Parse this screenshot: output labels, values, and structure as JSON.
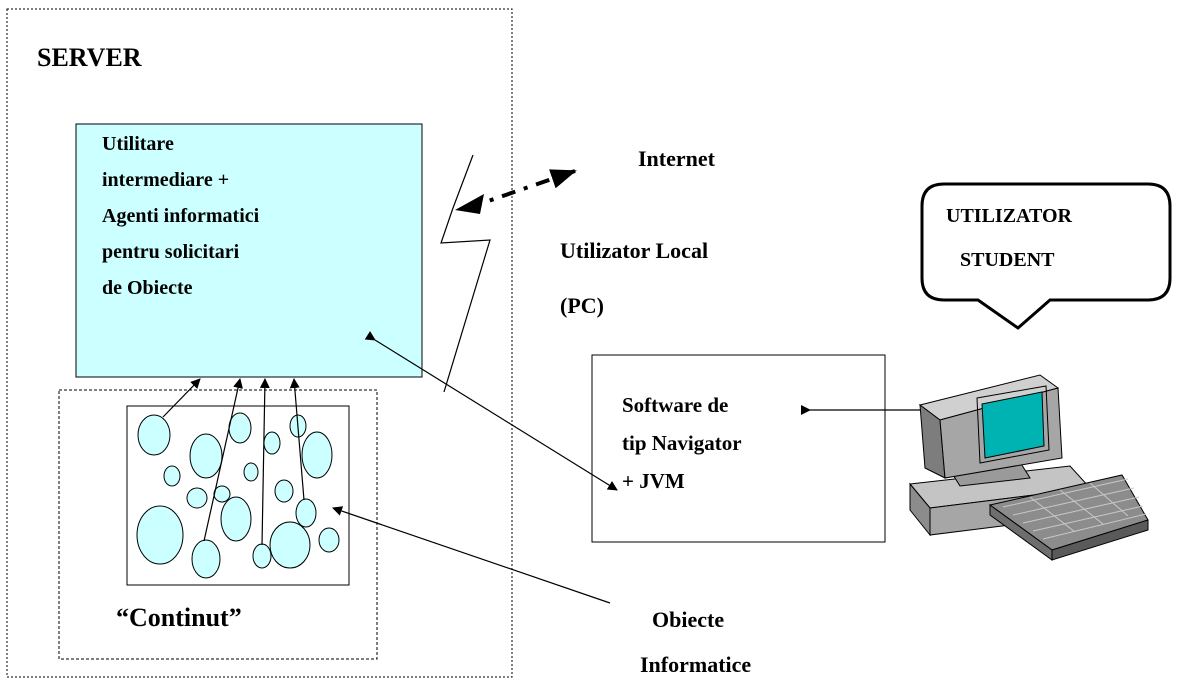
{
  "server": {
    "title": "SERVER"
  },
  "middleware_box": {
    "lines": [
      "Utilitare",
      "intermediare  +",
      "Agenti informatici",
      "pentru solicitari",
      "de Obiecte"
    ]
  },
  "content": {
    "label": "“Continut”"
  },
  "internet": {
    "label": "Internet"
  },
  "local_user": {
    "line1": "Utilizator Local",
    "line2": "(PC)"
  },
  "browser_box": {
    "lines": [
      "Software de",
      "tip Navigator",
      "+ JVM"
    ]
  },
  "speech_bubble": {
    "line1": "UTILIZATOR",
    "line2": "STUDENT"
  },
  "objects": {
    "line1": "Obiecte",
    "line2": "Informatice"
  },
  "colors": {
    "accent_fill": "#ccffff",
    "screen_fill": "#00b3b3",
    "computer_body": "#a6a6a6",
    "stroke": "#000000"
  },
  "icons": [
    "desktop-computer-icon",
    "lightning-bolt-icon",
    "speech-bubble-icon"
  ]
}
